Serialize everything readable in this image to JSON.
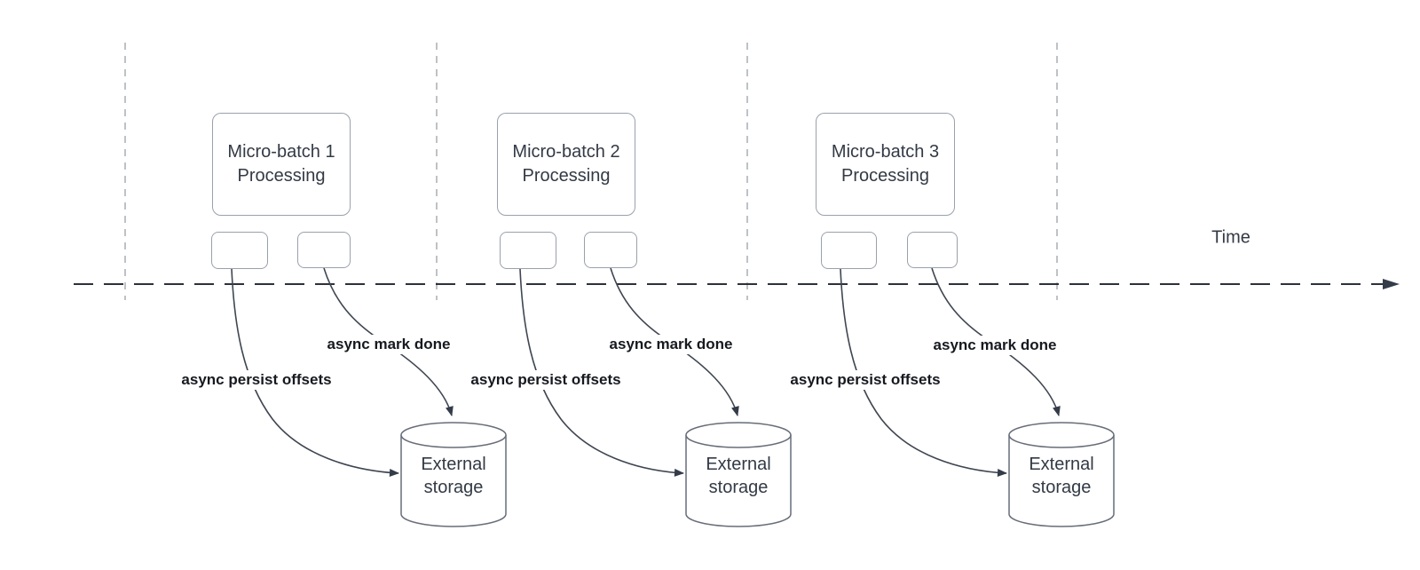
{
  "diagram": {
    "time_label": "Time",
    "groups": [
      {
        "title": "Micro-batch 1 Processing",
        "persist_label": "async persist offsets",
        "mark_label": "async mark done",
        "storage_label": "External storage"
      },
      {
        "title": "Micro-batch 2 Processing",
        "persist_label": "async persist offsets",
        "mark_label": "async mark done",
        "storage_label": "External storage"
      },
      {
        "title": "Micro-batch 3 Processing",
        "persist_label": "async persist offsets",
        "mark_label": "async mark done",
        "storage_label": "External storage"
      }
    ],
    "colors": {
      "curve": "#3f4651",
      "arrow": "#343b49",
      "box_border": "#9aa1ac",
      "cylinder_border": "#676d78",
      "divider": "#a9adb3",
      "axis": "#2c313c",
      "title_text": "#333a45",
      "label_text": "#16191f"
    }
  }
}
